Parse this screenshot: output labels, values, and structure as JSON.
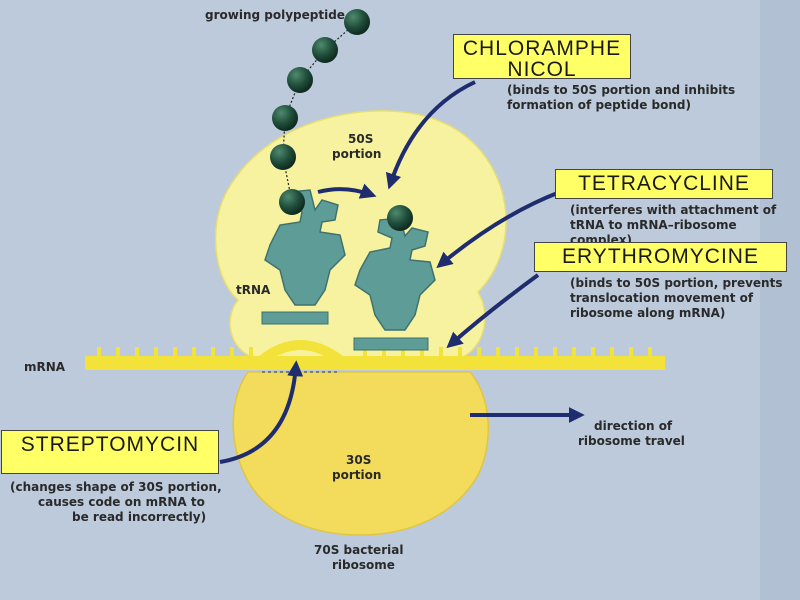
{
  "diagram": {
    "labels": {
      "growing_polypeptide": "growing polypeptide",
      "portion_50s_line1": "50S",
      "portion_50s_line2": "portion",
      "trna": "tRNA",
      "mrna": "mRNA",
      "portion_30s_line1": "30S",
      "portion_30s_line2": "portion",
      "ribosome_line1": "70S bacterial",
      "ribosome_line2": "ribosome",
      "direction_line1": "direction of",
      "direction_line2": "ribosome travel"
    },
    "antibiotics": [
      {
        "name": "CHLORAMPHENICOL",
        "description_line1": "(binds to 50S portion and inhibits",
        "description_line2": "formation of peptide bond)"
      },
      {
        "name": "TETRACYCLINE",
        "description_line1": "(interferes with attachment of",
        "description_line2": "tRNA to mRNA–ribosome complex)"
      },
      {
        "name": "ERYTHROMYCINE",
        "description_line1": "(binds to 50S portion, prevents",
        "description_line2": "translocation movement of",
        "description_line3": "ribosome along mRNA)"
      },
      {
        "name": "STREPTOMYCIN",
        "description_line1": "(changes shape of 30S portion,",
        "description_line2": "causes code on mRNA to",
        "description_line3": "be read incorrectly)"
      }
    ],
    "colors": {
      "ribosome_fill": "#f7f2a0",
      "portion_30s_fill": "#f5e06a",
      "mrna": "#f2e23a",
      "trna": "#5e9c98",
      "amino_acid": "#1f4d3a",
      "arrow": "#1f2d6e",
      "label_box": "#ffff66"
    }
  }
}
